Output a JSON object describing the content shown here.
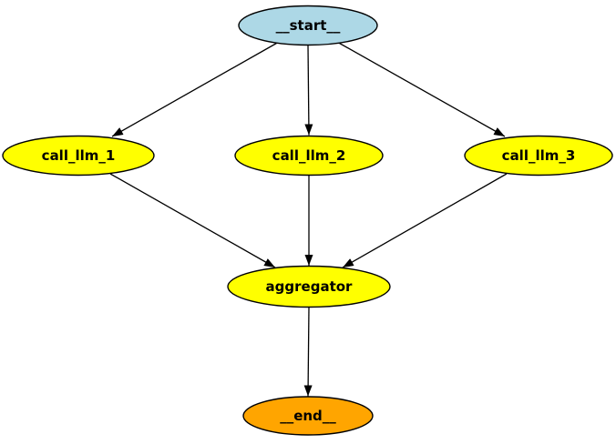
{
  "graph": {
    "nodes": [
      {
        "id": "__start__",
        "label": "__start__",
        "fill": "#ADD8E6",
        "shape": "ellipse",
        "role": "start"
      },
      {
        "id": "call_llm_1",
        "label": "call_llm_1",
        "fill": "#FFFF00",
        "shape": "ellipse",
        "role": "task"
      },
      {
        "id": "call_llm_2",
        "label": "call_llm_2",
        "fill": "#FFFF00",
        "shape": "ellipse",
        "role": "task"
      },
      {
        "id": "call_llm_3",
        "label": "call_llm_3",
        "fill": "#FFFF00",
        "shape": "ellipse",
        "role": "task"
      },
      {
        "id": "aggregator",
        "label": "aggregator",
        "fill": "#FFFF00",
        "shape": "ellipse",
        "role": "task"
      },
      {
        "id": "__end__",
        "label": "__end__",
        "fill": "#FFA500",
        "shape": "ellipse",
        "role": "end"
      }
    ],
    "edges": [
      {
        "from": "__start__",
        "to": "call_llm_1"
      },
      {
        "from": "__start__",
        "to": "call_llm_2"
      },
      {
        "from": "__start__",
        "to": "call_llm_3"
      },
      {
        "from": "call_llm_1",
        "to": "aggregator"
      },
      {
        "from": "call_llm_2",
        "to": "aggregator"
      },
      {
        "from": "call_llm_3",
        "to": "aggregator"
      },
      {
        "from": "aggregator",
        "to": "__end__"
      }
    ],
    "colors": {
      "start_fill": "#ADD8E6",
      "task_fill": "#FFFF00",
      "end_fill": "#FFA500",
      "node_border": "#000000",
      "edge": "#000000",
      "text": "#000000",
      "background": "#FFFFFF"
    }
  }
}
